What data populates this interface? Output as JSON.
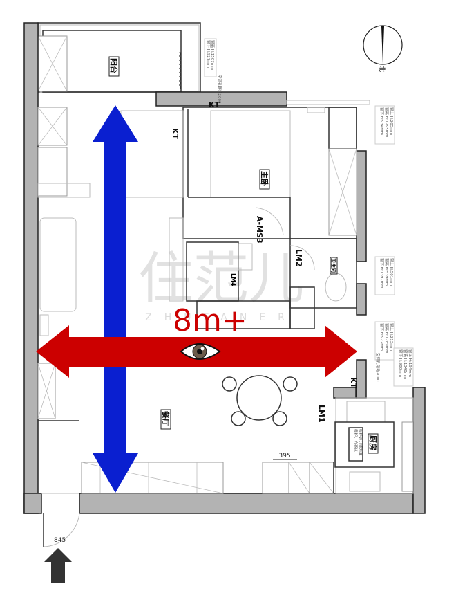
{
  "rooms": {
    "balcony": "阳台",
    "master_bedroom": "主卧",
    "dining": "餐厅",
    "kitchen": "厨房",
    "bathroom": "卫生间"
  },
  "doors": {
    "kt_1": "KT",
    "kt_2": "KT",
    "kt_3": "KT",
    "ms3": "A-MS3",
    "lm2": "LM2",
    "lm1": "LM1",
    "lm4": "LM4"
  },
  "dimensions": {
    "cabinet_width": "395",
    "entry_door_width": "845"
  },
  "compass": {
    "label": "北"
  },
  "window_notes": [
    {
      "lines": [
        "窗高 H:1507mm",
        "窗下 H:927mm"
      ],
      "extra": "空调孔距地2000"
    },
    {
      "lines": [
        "窗上 H:205mm",
        "窗高 H:1295mm",
        "窗下 H:934mm"
      ]
    },
    {
      "lines": [
        "窗上 H:501mm",
        "窗高 H:539mm",
        "窗下 H:1397mm"
      ]
    },
    {
      "lines": [
        "窗上 H:213mm",
        "窗高 H:1289mm",
        "窗下 H:922mm"
      ],
      "extra": "空调孔距地2000"
    },
    {
      "lines": [
        "窗上 H:194mm",
        "窗高 H:1340mm",
        "窗下 H:900mm"
      ]
    }
  ],
  "kitchen_note": [
    "橱柜：方案以",
    "橱柜设计师为准"
  ],
  "annotation": {
    "span_label": "8m+",
    "color": "#cc0000",
    "vertical_arrow_color": "#0a1fd0",
    "entry_arrow_color": "#333333"
  },
  "watermark": {
    "logo": "住范儿",
    "text": "ZHUFANER"
  }
}
